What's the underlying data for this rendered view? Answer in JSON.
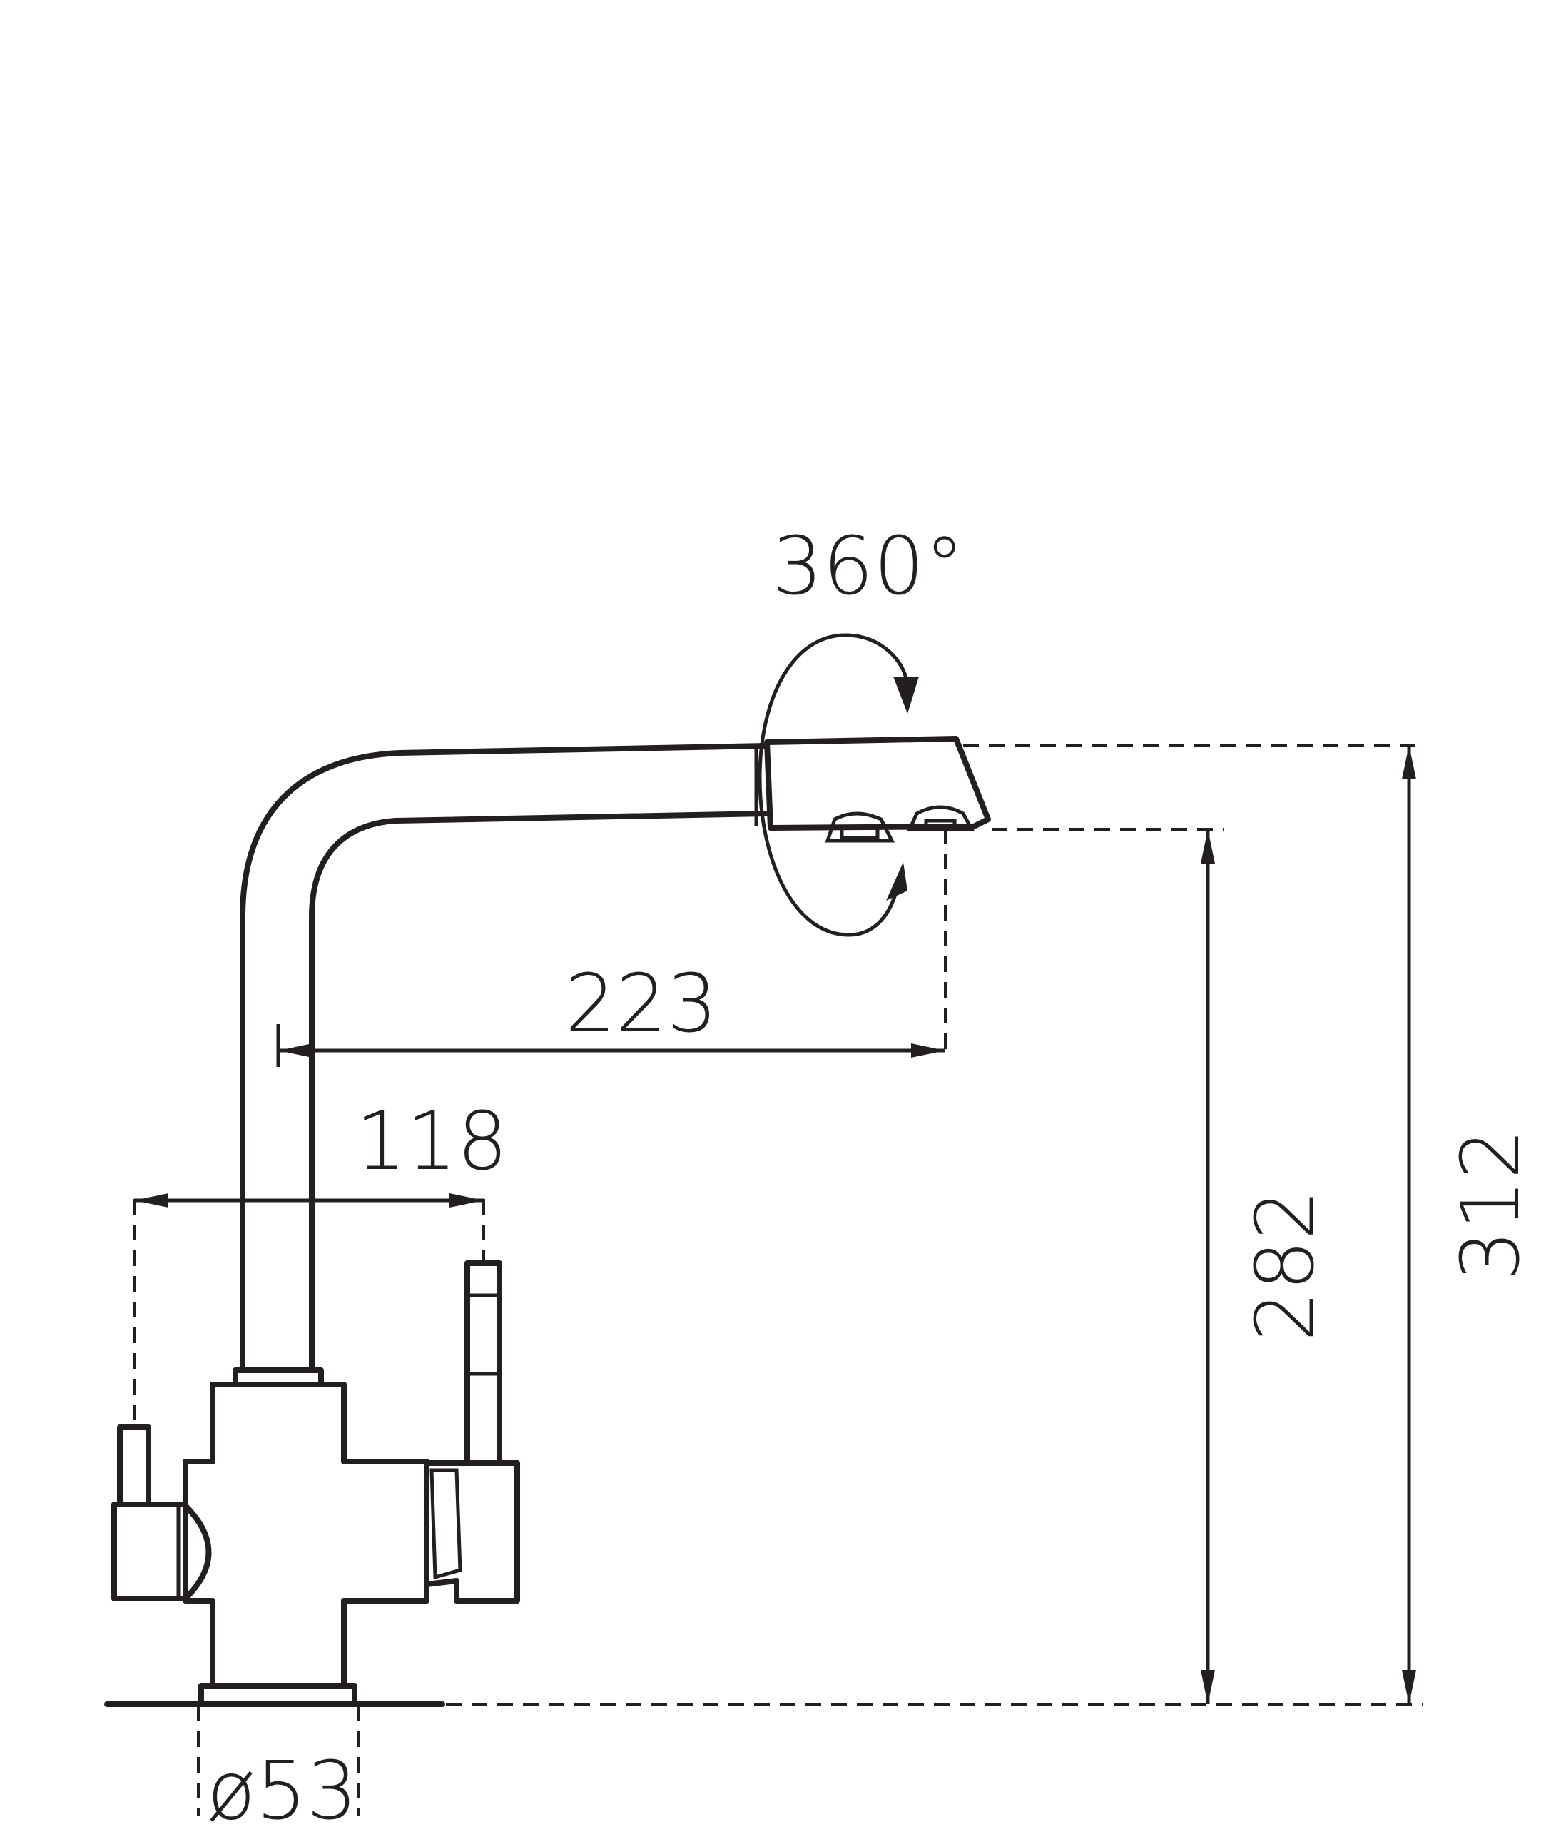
{
  "dimensions": {
    "rotation": "360°",
    "spout_reach": "223",
    "handle_spread": "118",
    "outlet_height": "282",
    "total_height": "312",
    "base_diameter": "ø53"
  },
  "colors": {
    "line": "#231f20",
    "background": "#ffffff"
  }
}
